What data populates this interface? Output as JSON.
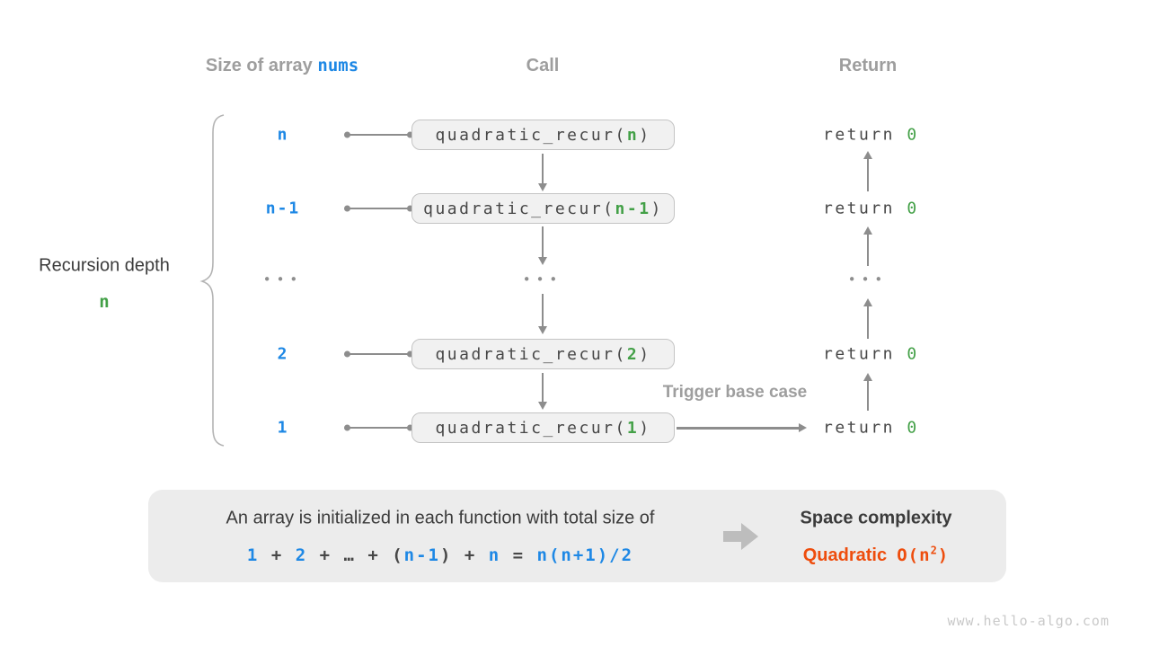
{
  "colors": {
    "blue": "#1e88e5",
    "green": "#43a047",
    "orange": "#ee4d0d",
    "dark": "#3b3b3b",
    "code_dark": "#474747",
    "gray_label": "#9e9e9e",
    "arrow": "#8d8d8d",
    "dot_gray": "#8e8e8e",
    "brace": "#b3b3b3",
    "call_box_bg": "#f1f1f1",
    "call_box_border": "#c4c4c4",
    "panel_bg": "#ececec",
    "block_arrow": "#bdbdbd",
    "watermark": "#c9c9c9"
  },
  "headers": {
    "size_prefix": "Size of array ",
    "size_code": "nums",
    "call": "Call",
    "return": "Return"
  },
  "depth_label": {
    "text": "Recursion depth",
    "value": "n"
  },
  "call_rows": [
    {
      "size": "n",
      "call_prefix": "quadratic_recur(",
      "call_arg": "n",
      "call_close": ")",
      "return_word": "return ",
      "return_value": "0"
    },
    {
      "size": "n-1",
      "call_prefix": "quadratic_recur(",
      "call_arg": "n-1",
      "call_close": ")",
      "return_word": "return ",
      "return_value": "0"
    },
    {
      "size": "2",
      "call_prefix": "quadratic_recur(",
      "call_arg": "2",
      "call_close": ")",
      "return_word": "return ",
      "return_value": "0"
    },
    {
      "size": "1",
      "call_prefix": "quadratic_recur(",
      "call_arg": "1",
      "call_close": ")",
      "return_word": "return ",
      "return_value": "0"
    }
  ],
  "ellipsis_row": {
    "size": "•••",
    "call": "•••",
    "return": "•••"
  },
  "trigger_label": "Trigger base case",
  "summary": {
    "line1": "An array is initialized in each function with total size of",
    "formula_segments": [
      {
        "text": "1",
        "color": "blue"
      },
      {
        "text": " + ",
        "color": "dark"
      },
      {
        "text": "2",
        "color": "blue"
      },
      {
        "text": " + … + (",
        "color": "dark"
      },
      {
        "text": "n-1",
        "color": "blue"
      },
      {
        "text": ") + ",
        "color": "dark"
      },
      {
        "text": "n",
        "color": "blue"
      },
      {
        "text": " = ",
        "color": "dark"
      },
      {
        "text": "n(n+1)/2",
        "color": "blue"
      }
    ],
    "space_title": "Space complexity",
    "space_word": "Quadratic",
    "big_o_prefix": "O(n",
    "big_o_exponent": "2",
    "big_o_close": ")"
  },
  "watermark": "www.hello-algo.com"
}
